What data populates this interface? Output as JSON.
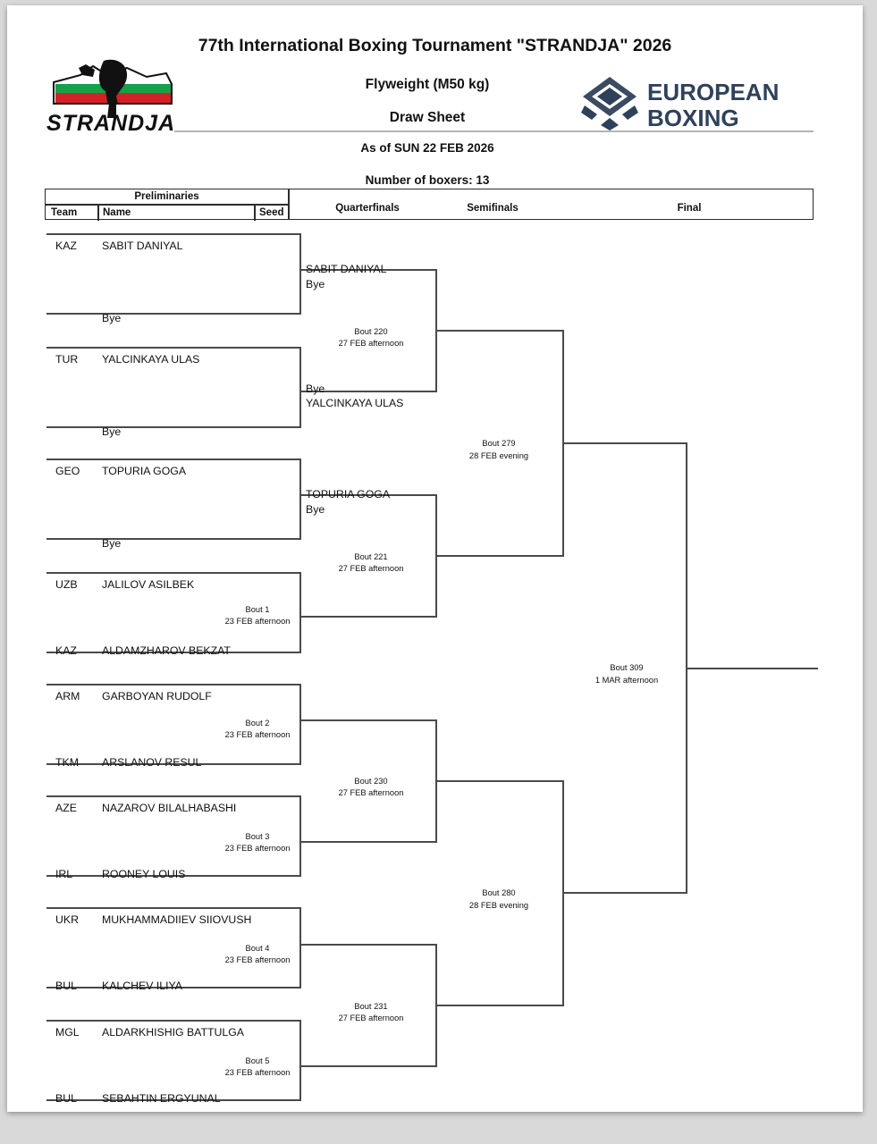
{
  "header": {
    "title": "77th International Boxing Tournament \"STRANDJA\" 2026",
    "weight_class": "Flyweight (M50 kg)",
    "doc_type": "Draw Sheet",
    "as_of": "As of SUN 22 FEB 2026",
    "boxer_count": "Number of boxers: 13",
    "left_logo_text": "STRANDJA",
    "right_logo_line1": "EUROPEAN",
    "right_logo_line2": "BOXING",
    "logo_navy": "#2f415a",
    "flag_green": "#14a14a",
    "flag_red": "#d62027"
  },
  "columns": {
    "preliminaries": "Preliminaries",
    "team": "Team",
    "name": "Name",
    "seed": "Seed",
    "quarterfinals": "Quarterfinals",
    "semifinals": "Semifinals",
    "final": "Final"
  },
  "chart_data": {
    "type": "bracket",
    "title": "Flyweight (M50 kg) Draw Sheet",
    "rounds": [
      "Preliminaries",
      "Quarterfinals",
      "Semifinals",
      "Final"
    ],
    "boxers": 13,
    "preliminaries": [
      {
        "team": "KAZ",
        "name": "SABIT DANIYAL",
        "seed": ""
      },
      {
        "team": "",
        "name": "Bye",
        "seed": ""
      },
      {
        "team": "TUR",
        "name": "YALCINKAYA ULAS",
        "seed": ""
      },
      {
        "team": "",
        "name": "Bye",
        "seed": ""
      },
      {
        "team": "GEO",
        "name": "TOPURIA GOGA",
        "seed": ""
      },
      {
        "team": "",
        "name": "Bye",
        "seed": ""
      },
      {
        "team": "UZB",
        "name": "JALILOV ASILBEK",
        "seed": ""
      },
      {
        "team": "KAZ",
        "name": "ALDAMZHAROV BEKZAT",
        "seed": ""
      },
      {
        "team": "ARM",
        "name": "GARBOYAN RUDOLF",
        "seed": ""
      },
      {
        "team": "TKM",
        "name": "ARSLANOV RESUL",
        "seed": ""
      },
      {
        "team": "AZE",
        "name": "NAZAROV BILALHABASHI",
        "seed": ""
      },
      {
        "team": "IRL",
        "name": "ROONEY LOUIS",
        "seed": ""
      },
      {
        "team": "UKR",
        "name": "MUKHAMMADIIEV SIIOVUSH",
        "seed": ""
      },
      {
        "team": "BUL",
        "name": "KALCHEV ILIYA",
        "seed": ""
      },
      {
        "team": "MGL",
        "name": "ALDARKHISHIG BATTULGA",
        "seed": ""
      },
      {
        "team": "BUL",
        "name": "SEBAHTIN ERGYUNAL",
        "seed": ""
      }
    ],
    "prelim_bouts": [
      {
        "id": "Bout 1",
        "when": "23 FEB afternoon",
        "a": "JALILOV ASILBEK",
        "b": "ALDAMZHAROV BEKZAT"
      },
      {
        "id": "Bout 2",
        "when": "23 FEB afternoon",
        "a": "GARBOYAN RUDOLF",
        "b": "ARSLANOV RESUL"
      },
      {
        "id": "Bout 3",
        "when": "23 FEB afternoon",
        "a": "NAZAROV BILALHABASHI",
        "b": "ROONEY LOUIS"
      },
      {
        "id": "Bout 4",
        "when": "23 FEB afternoon",
        "a": "MUKHAMMADIIEV SIIOVUSH",
        "b": "KALCHEV ILIYA"
      },
      {
        "id": "Bout 5",
        "when": "23 FEB afternoon",
        "a": "ALDARKHISHIG BATTULGA",
        "b": "SEBAHTIN ERGYUNAL"
      }
    ],
    "quarterfinal_slots": [
      {
        "top": "SABIT DANIYAL",
        "top_sub": "Bye",
        "bottom_sub": "Bye",
        "bottom": "YALCINKAYA ULAS"
      },
      {
        "top": "TOPURIA GOGA",
        "top_sub": "Bye",
        "bottom_sub": "",
        "bottom": ""
      }
    ],
    "quarterfinal_bouts": [
      {
        "id": "Bout 220",
        "when": "27 FEB afternoon"
      },
      {
        "id": "Bout 221",
        "when": "27 FEB afternoon"
      },
      {
        "id": "Bout 230",
        "when": "27 FEB afternoon"
      },
      {
        "id": "Bout 231",
        "when": "27 FEB afternoon"
      }
    ],
    "semifinal_bouts": [
      {
        "id": "Bout 279",
        "when": "28 FEB evening"
      },
      {
        "id": "Bout 280",
        "when": "28 FEB evening"
      }
    ],
    "final_bout": {
      "id": "Bout 309",
      "when": "1 MAR afternoon"
    }
  },
  "labels": {
    "p0_team": "KAZ",
    "p0_name": "SABIT DANIYAL",
    "p1_name": "Bye",
    "p2_team": "TUR",
    "p2_name": "YALCINKAYA ULAS",
    "p3_name": "Bye",
    "p4_team": "GEO",
    "p4_name": "TOPURIA GOGA",
    "p5_name": "Bye",
    "p6_team": "UZB",
    "p6_name": "JALILOV ASILBEK",
    "p7_team": "KAZ",
    "p7_name": "ALDAMZHAROV BEKZAT",
    "p8_team": "ARM",
    "p8_name": "GARBOYAN RUDOLF",
    "p9_team": "TKM",
    "p9_name": "ARSLANOV RESUL",
    "p10_team": "AZE",
    "p10_name": "NAZAROV BILALHABASHI",
    "p11_team": "IRL",
    "p11_name": "ROONEY LOUIS",
    "p12_team": "UKR",
    "p12_name": "MUKHAMMADIIEV SIIOVUSH",
    "p13_team": "BUL",
    "p13_name": "KALCHEV ILIYA",
    "p14_team": "MGL",
    "p14_name": "ALDARKHISHIG BATTULGA",
    "p15_team": "BUL",
    "p15_name": "SEBAHTIN ERGYUNAL",
    "qf1_top": "SABIT DANIYAL",
    "qf1_top2": "Bye",
    "qf1_bot1": "Bye",
    "qf1_bot2": "YALCINKAYA ULAS",
    "qf2_top": "TOPURIA GOGA",
    "qf2_top2": "Bye",
    "b1_id": "Bout 1",
    "b1_when": "23 FEB afternoon",
    "b2_id": "Bout 2",
    "b2_when": "23 FEB afternoon",
    "b3_id": "Bout 3",
    "b3_when": "23 FEB afternoon",
    "b4_id": "Bout 4",
    "b4_when": "23 FEB afternoon",
    "b5_id": "Bout 5",
    "b5_when": "23 FEB afternoon",
    "b220_id": "Bout 220",
    "b220_when": "27 FEB afternoon",
    "b221_id": "Bout 221",
    "b221_when": "27 FEB afternoon",
    "b230_id": "Bout 230",
    "b230_when": "27 FEB afternoon",
    "b231_id": "Bout 231",
    "b231_when": "27 FEB afternoon",
    "b279_id": "Bout 279",
    "b279_when": "28 FEB evening",
    "b280_id": "Bout 280",
    "b280_when": "28 FEB evening",
    "b309_id": "Bout 309",
    "b309_when": "1 MAR afternoon"
  }
}
